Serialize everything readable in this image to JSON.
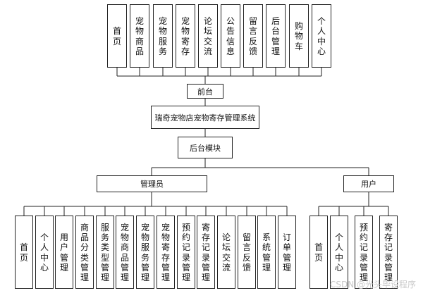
{
  "front": {
    "items": [
      "首页",
      "宠物商品",
      "宠物服务",
      "宠物寄存",
      "论坛交流",
      "公告信息",
      "留言反馈",
      "后台管理",
      "购物车",
      "个人中心"
    ]
  },
  "front_label": "前台",
  "system_title": "瑞奇宠物店宠物寄存管理系统",
  "backend_label": "后台模块",
  "admin": {
    "label": "管理员",
    "items": [
      "首页",
      "个人中心",
      "用户管理",
      "商品分类管理",
      "服务类型管理",
      "宠物商品管理",
      "宠物服务管理",
      "宠物寄存管理",
      "预约记录管理",
      "寄存记录管理",
      "论坛交流",
      "留言反馈",
      "系统管理",
      "订单管理"
    ]
  },
  "user": {
    "label": "用户",
    "items": [
      "首页",
      "个人中心",
      "预约记录管理",
      "寄存记录管理"
    ]
  },
  "watermark": "CSDN @光头毕设程序"
}
